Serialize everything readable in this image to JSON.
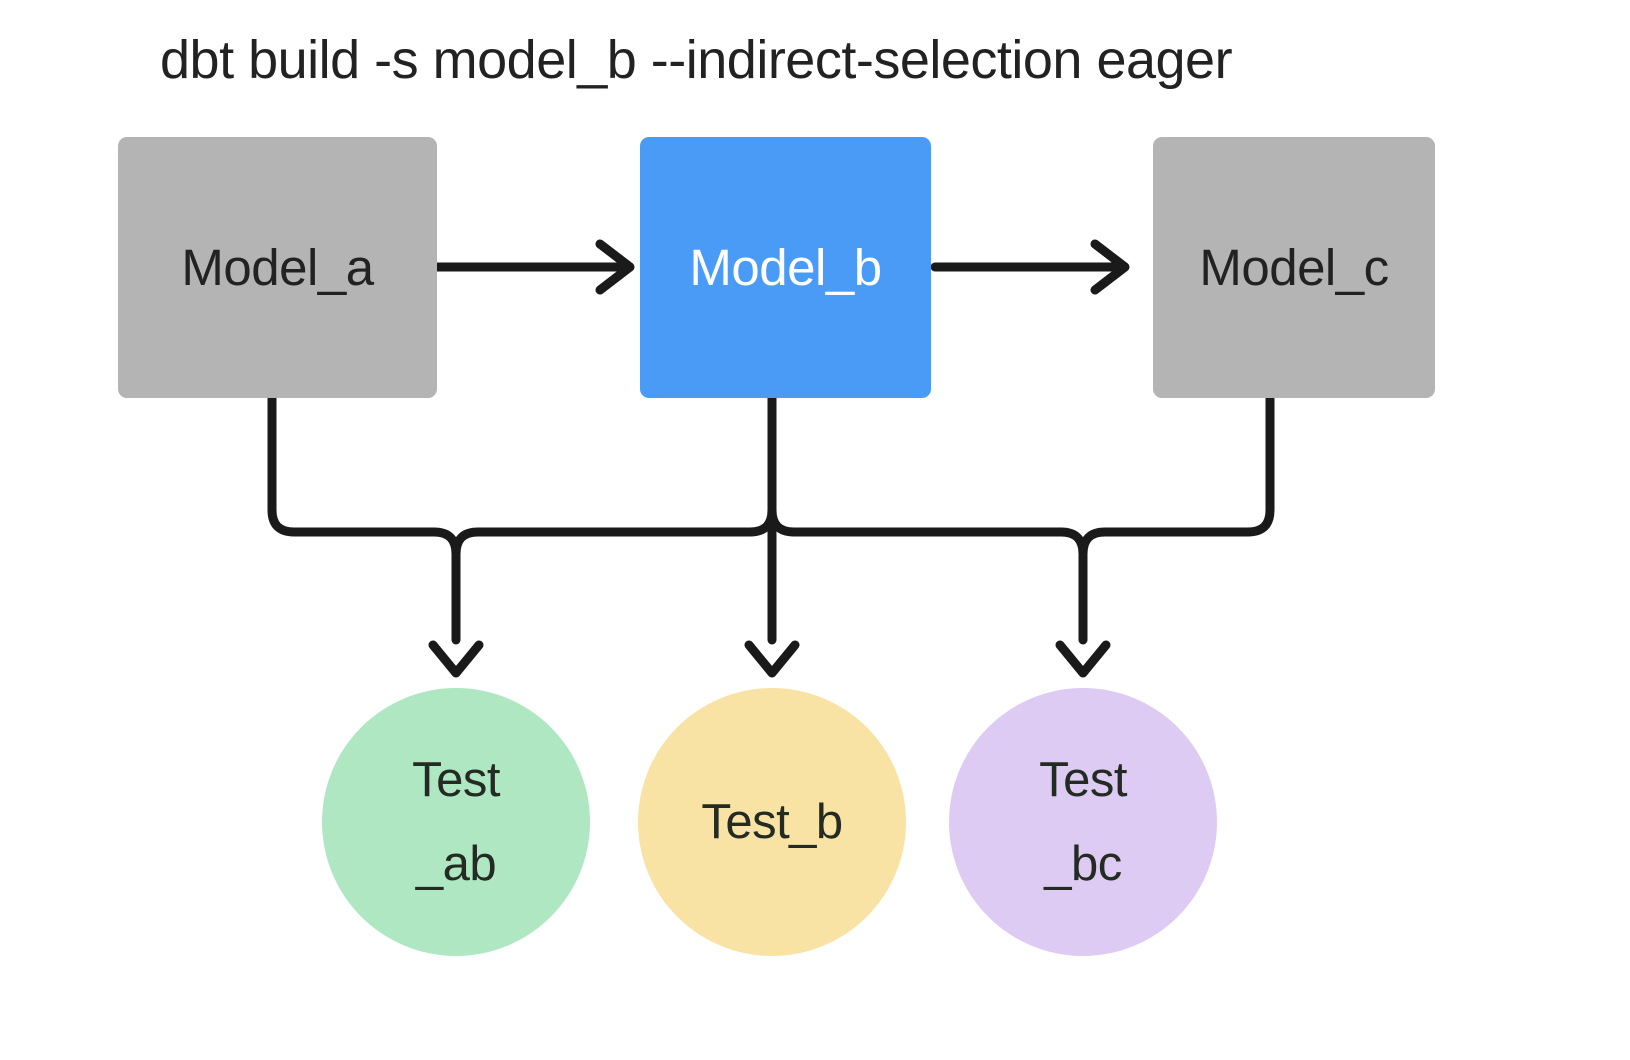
{
  "title": "dbt build -s model_b --indirect-selection eager",
  "colors": {
    "background": "#ffffff",
    "model_default": "#b4b4b4",
    "model_selected": "#4a9bf5",
    "model_default_text": "#222222",
    "model_selected_text": "#ffffff",
    "test_ab": "#aee7c2",
    "test_b": "#f8e3a4",
    "test_bc": "#ddcbf4",
    "edge": "#1a1a1a",
    "title_text": "#222222"
  },
  "models": [
    {
      "id": "model_a",
      "label": "Model_a",
      "state": "unselected",
      "fill": "#b4b4b4",
      "text_color": "#222222"
    },
    {
      "id": "model_b",
      "label": "Model_b",
      "state": "selected",
      "fill": "#4a9bf5",
      "text_color": "#ffffff"
    },
    {
      "id": "model_c",
      "label": "Model_c",
      "state": "unselected",
      "fill": "#b4b4b4",
      "text_color": "#222222"
    }
  ],
  "tests": [
    {
      "id": "test_ab",
      "line1": "Test",
      "line2": "_ab",
      "fill": "#aee7c2"
    },
    {
      "id": "test_b",
      "line1": "Test_b",
      "line2": "",
      "fill": "#f8e3a4"
    },
    {
      "id": "test_bc",
      "line1": "Test",
      "line2": "_bc",
      "fill": "#ddcbf4"
    }
  ],
  "edges": [
    {
      "from": "model_a",
      "to": "model_b",
      "kind": "model-to-model"
    },
    {
      "from": "model_b",
      "to": "model_c",
      "kind": "model-to-model"
    },
    {
      "from": "model_a",
      "to": "test_ab",
      "kind": "model-to-test"
    },
    {
      "from": "model_b",
      "to": "test_ab",
      "kind": "model-to-test"
    },
    {
      "from": "model_b",
      "to": "test_b",
      "kind": "model-to-test"
    },
    {
      "from": "model_b",
      "to": "test_bc",
      "kind": "model-to-test"
    },
    {
      "from": "model_c",
      "to": "test_bc",
      "kind": "model-to-test"
    }
  ]
}
